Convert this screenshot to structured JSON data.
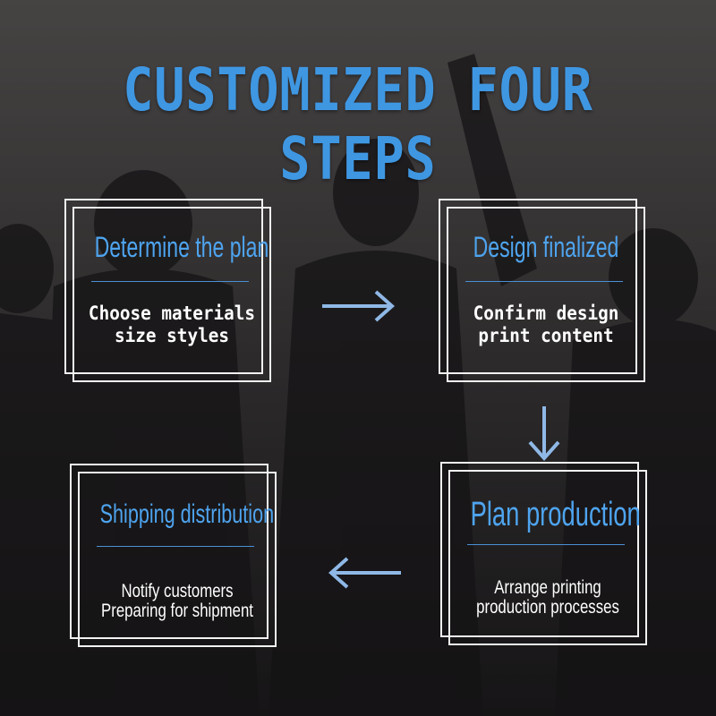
{
  "title": "CUSTOMIZED FOUR STEPS",
  "steps": [
    {
      "heading": "Determine the plan",
      "lines": [
        "Choose materials",
        "size styles"
      ]
    },
    {
      "heading": "Design finalized",
      "lines": [
        "Confirm design",
        "print content"
      ]
    },
    {
      "heading": "Plan production",
      "lines": [
        "Arrange printing",
        "production processes"
      ]
    },
    {
      "heading": "Shipping distribution",
      "lines": [
        "Notify customers",
        "Preparing for shipment"
      ]
    }
  ],
  "colors": {
    "accent": "#3f97e2",
    "arrow": "#8fb8e6",
    "frame": "#f2f2f2"
  }
}
